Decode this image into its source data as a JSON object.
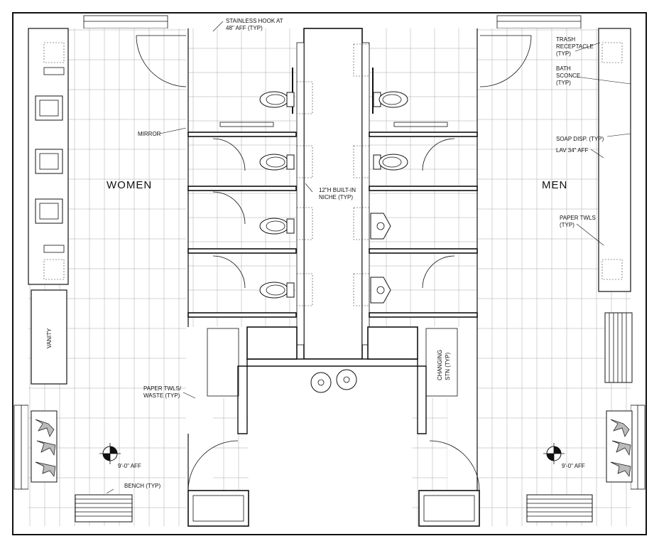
{
  "rooms": {
    "women": "WOMEN",
    "men": "MEN"
  },
  "notes": {
    "stainless_hook": [
      "STAINLESS HOOK AT",
      "48\" AFF (TYP)"
    ],
    "mirror": "MIRROR",
    "built_in_niche": [
      "12\"H BUILT-IN",
      "NICHE (TYP)"
    ],
    "trash_receptacle": [
      "TRASH",
      "RECEPTACLE",
      "(TYP)"
    ],
    "bath_sconce": [
      "BATH",
      "SCONCE",
      "(TYP)"
    ],
    "soap_disp": "SOAP DISP. (TYP)",
    "lav_aff": "LAV 34\" AFF",
    "paper_twls": [
      "PAPER TWLS",
      "(TYP)"
    ],
    "vanity": "VANITY",
    "changing_stn": [
      "CHANGING",
      "STN (TYP)"
    ],
    "paper_twls_waste": [
      "PAPER TWLS/",
      "WASTE (TYP)"
    ],
    "women_ceiling": "9'-0\" AFF",
    "men_ceiling": "9'-0\" AFF",
    "bench": "BENCH (TYP)"
  },
  "legend_icons": [
    "ceiling-height-symbol",
    "sink-icon",
    "toilet-icon",
    "urinal-icon",
    "plant-icon",
    "bench-icon"
  ]
}
